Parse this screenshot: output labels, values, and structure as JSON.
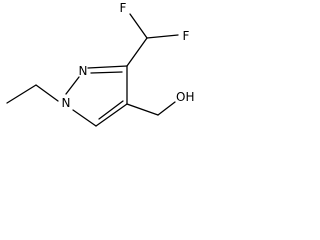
{
  "molecule": {
    "atoms": {
      "F1": "F",
      "F2": "F",
      "N_pyridine": "N",
      "N_substituted": "N",
      "OH": "OH"
    },
    "colors": {
      "bond": "#000000",
      "label": "#000000",
      "background": "#ffffff"
    }
  }
}
